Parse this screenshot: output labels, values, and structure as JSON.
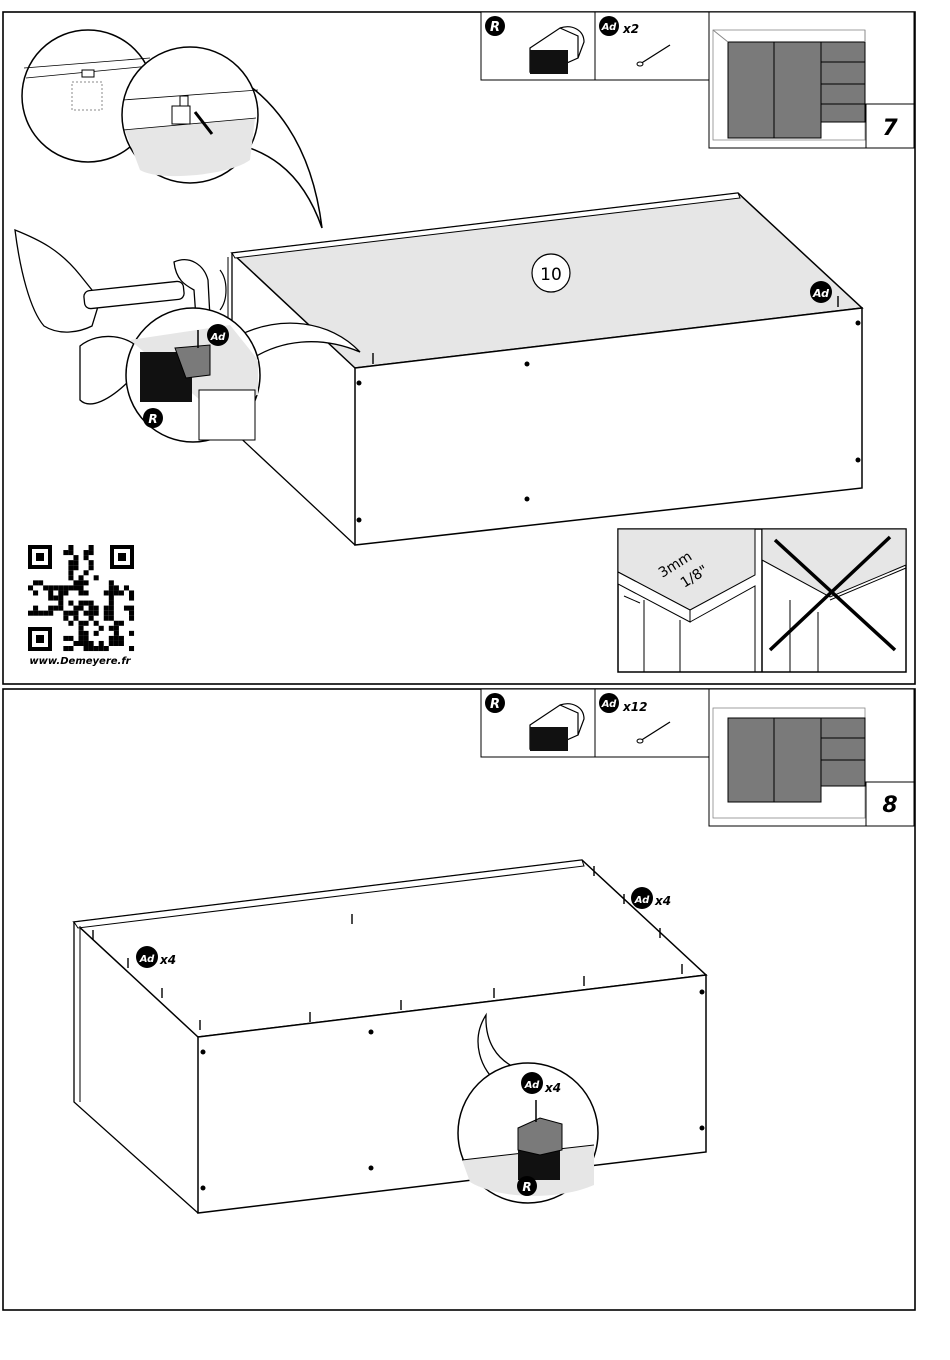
{
  "step7": {
    "number": "7",
    "parts": [
      {
        "id": "R",
        "label": "R"
      },
      {
        "id": "Ad",
        "label": "Ad",
        "quantity": "x2"
      }
    ],
    "panel_label": "10",
    "callout_ad": "Ad",
    "callout_r": "R",
    "corner_ad": "Ad",
    "gap_text_mm": "3mm",
    "gap_text_in": "1/8\"",
    "website": "www.Demeyere.fr"
  },
  "step8": {
    "number": "8",
    "parts": [
      {
        "id": "R",
        "label": "R"
      },
      {
        "id": "Ad",
        "label": "Ad",
        "quantity": "x12"
      }
    ],
    "left_ad": "Ad",
    "left_qty": "x4",
    "right_ad": "Ad",
    "right_qty": "x4",
    "callout_ad": "Ad",
    "callout_qty": "x4",
    "callout_r": "R"
  },
  "colors": {
    "line": "#000000",
    "panel_gray": "#e6e6e6",
    "dark_gray": "#7a7a7a",
    "badge": "#000000"
  }
}
